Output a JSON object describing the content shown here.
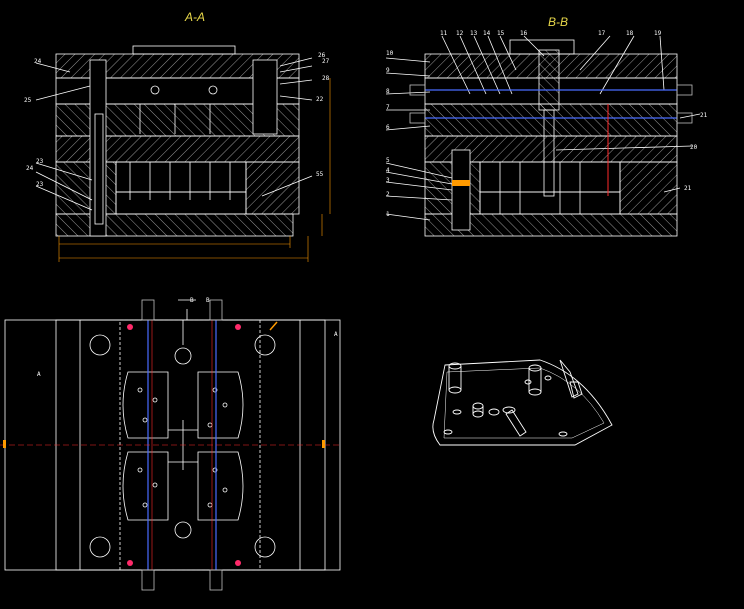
{
  "drawing": {
    "section_aa_title": "A-A",
    "section_bb_title": "B-B",
    "section_aa_labels": [
      "24",
      "25",
      "26",
      "27",
      "28",
      "22",
      "23",
      "24",
      "23",
      "55"
    ],
    "section_bb_labels": [
      "10",
      "9",
      "8",
      "7",
      "6",
      "5",
      "4",
      "3",
      "2",
      "1",
      "11",
      "12",
      "13",
      "14",
      "15",
      "16",
      "17",
      "18",
      "19",
      "21",
      "20",
      "21"
    ],
    "plan_view_labels": [
      "B",
      "B",
      "A",
      "A"
    ],
    "colors": {
      "background": "#000000",
      "line": "#ffffff",
      "title": "#e8d84a",
      "cooling": "#4a6cff",
      "centerline": "#ff2a2a",
      "dimension": "#ff9a00",
      "fitting": "#c0c0c0"
    }
  }
}
